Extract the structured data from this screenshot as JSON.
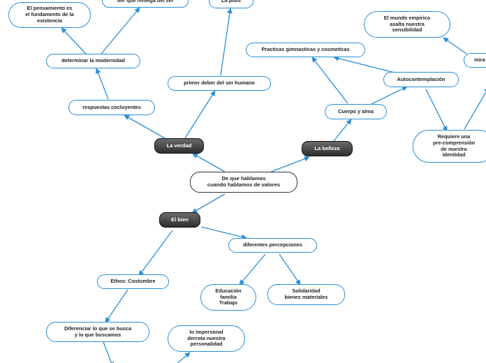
{
  "map": {
    "root": "De que hablamos\ncuando hablamos de valores",
    "branches": {
      "verdad": "La verdad",
      "belleza": "La belleza",
      "bien": "El bien"
    },
    "verdad_children": {
      "respuestas": "respuestas cocluyentes",
      "determinar": "determinar la modernidad",
      "pensamiento": "El pensamiento es\nel fundamento de la\nexistencia",
      "ser_reniega": "Ser que reniega del ser",
      "primer_deber": "primer deber del ser humano",
      "polis": "La polis"
    },
    "belleza_children": {
      "cuerpo": "Cuerpo y alma",
      "practicas": "Practicas gimnasticas y cosmeticas",
      "autocontemplacion": "Autocontemplación",
      "mundo": "El mundo empirico\nasalta nuestra\nsensibilidad",
      "mira": "mira",
      "requiere": "Requiere una\npre-comprensión\nde nuestra\nidentidad"
    },
    "bien_children": {
      "percepciones": "diferentes percepciones",
      "educacion": "Educación\nfamilia\nTrabajo",
      "solidaridad": "Solidaridad\nbienes materiales",
      "ethos": "Ethos: Costumbre",
      "diferenciar": "Diferenciar lo que se busca\ny lo que buscamos",
      "impersonal": "lo impersonal\nderrota nuestra\npersonalidad"
    }
  },
  "colors": {
    "connector": "#2a8fd6",
    "node_border": "#2a8fd6",
    "branch_fill": "#404040",
    "root_border": "#333333"
  }
}
